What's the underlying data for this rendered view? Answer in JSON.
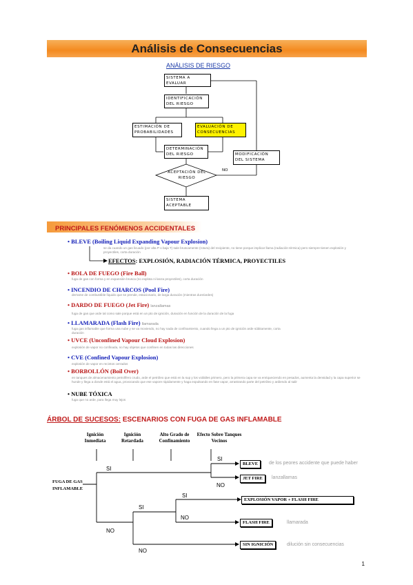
{
  "title": "Análisis de Consecuencias",
  "riesgo": {
    "subtitle": "ANÁLISIS DE RIESGO",
    "boxes": {
      "sistema": "SISTEMA A EVALUAR",
      "identificacion": "IDENTIFICACIÓN DEL RIESGO",
      "probabilidades": "ESTIMACIÓN DE PROBABILIDADES",
      "consecuencias": "EVALUACIÓN DE CONSECUENCIAS",
      "determinacion": "DETERMINACIÓN DEL RIESGO",
      "aceptacion": "ACEPTACIÓN DEL RIESGO",
      "modificacion": "MODIFICACIÓN DEL SISTEMA",
      "aceptable": "SISTEMA ACEPTABLE",
      "no": "NO"
    }
  },
  "fenomenos": {
    "heading": "PRINCIPALES FENÓMENOS ACCIDENTALES",
    "bleve": {
      "title": "BLEVE (Boiling Liquid Expanding Vapour Explosion)",
      "desc": "se da cuando un gas licuado (por alta P o baja T) sale bruscamente (rotura) del recipiente, no tiene porque implicar llama (radiación térmica) pero siempre tienen explosión y proyectiles, corta duración",
      "efectos_label": "EFECTOS",
      "efectos": ": EXPLOSIÓN, RADIACIÓN TÉRMICA, PROYECTILES"
    },
    "items": [
      {
        "title": "BOLA DE FUEGO (Fire Ball)",
        "desc": "fuga de gas con forma y en expansión brusca (no explota ni lanza proyectiles), corta duración"
      },
      {
        "title": "INCENDIO DE CHARCOS (Pool Fire)",
        "desc": "derrame de combustible líquido que se prende, estacionario, de larga duración (mientras dure/ardes)"
      },
      {
        "title": "DARDO DE FUEGO (Jet Fire)",
        "inline": "lanzallamas",
        "desc": "fuga de gas que arde tal como sale porque está en un pto de ignición, duración en función de la duración de la fuga"
      },
      {
        "title": "LLAMARADA (Flash Fire)",
        "inline": "llamarada",
        "desc": "fuga gas inflamable que forma una nube y se va moviendo, no hay nada de confinamiento, cuando llega a un pto de ignición arde súbitamente, corta duración"
      },
      {
        "title": "UVCE (Unconfined Vapour Cloud Explosion)",
        "desc": "explosión de vapor no confinada, no hay objetos que confinen en todas las direcciones"
      },
      {
        "title": "CVE (Confined Vapour Explosion)",
        "desc": "explosión de vapor en recintos cerrados"
      },
      {
        "title": "BORBOLLÓN (Boil Over)",
        "desc": "en tanques de almacenamiento petrolífero crudo, arde el petróleo que está en la sup y los volátiles primero, pero la primera capa se va enriqueciendo en pesados, aumenta la densidad y la capa superior se hunde y llega a donde está el agua, provocando que ese vapore rápidamente y haga expulsando en fase vapor, arrastrando parte del petróleo y ardiendo al salir"
      },
      {
        "title": "NUBE TÓXICA",
        "desc": "fuga que no arde, para llega muy lejos"
      }
    ]
  },
  "arbol": {
    "heading_u": "ÁRBOL DE SUCESOS:",
    "heading_rest": " ESCENARIOS CON FUGA DE GAS INFLAMABLE",
    "headers": [
      "Ignición Inmediata",
      "Ignición Retardada",
      "Alto Grado de Confinamiento",
      "Efecto Sobre Tanques Vecinos"
    ],
    "start": "FUGA DE GAS INFLAMABLE",
    "si": "SI",
    "no": "NO",
    "outcomes": [
      {
        "label": "BLEVE",
        "note": "de los peores accidente que puede haber"
      },
      {
        "label": "JET FIRE",
        "note": "lanzallamas"
      },
      {
        "label": "EXPLOSIÓN VAPOR + FLASH FIRE",
        "note": ""
      },
      {
        "label": "FLASH FIRE",
        "note": "llamarada"
      },
      {
        "label": "SIN IGNICIÓN",
        "note": "dilución sin consecuencias"
      }
    ]
  },
  "page": "1"
}
